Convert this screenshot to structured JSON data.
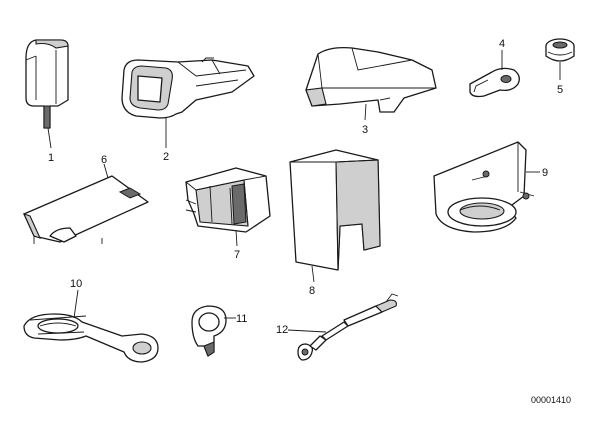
{
  "diagram": {
    "callouts": [
      "1",
      "2",
      "3",
      "4",
      "5",
      "6",
      "7",
      "8",
      "9",
      "10",
      "11",
      "12"
    ],
    "reference_code": "00001410"
  }
}
